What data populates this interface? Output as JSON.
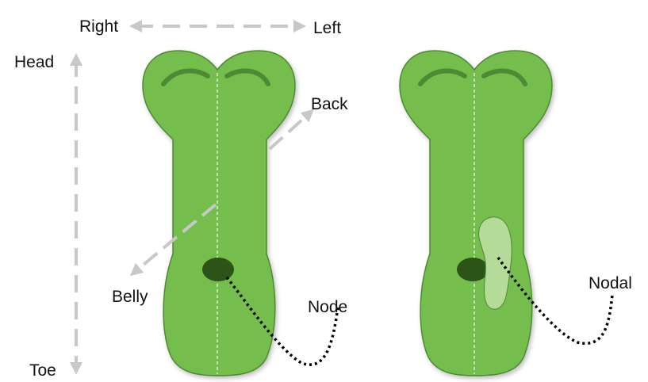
{
  "axes": {
    "right": "Right",
    "left": "Left",
    "head": "Head",
    "toe": "Toe",
    "back": "Back",
    "belly": "Belly"
  },
  "annotations": {
    "node": "Node",
    "nodal": "Nodal"
  },
  "colors": {
    "body_fill": "#75BE4E",
    "body_stroke": "#4E8A33",
    "node_fill": "#2C5418",
    "nodal_fill": "#B5DB98",
    "arrow": "#C8C8C8",
    "midline": "#F2F8EC",
    "label": "#111111",
    "connector": "#000000"
  }
}
